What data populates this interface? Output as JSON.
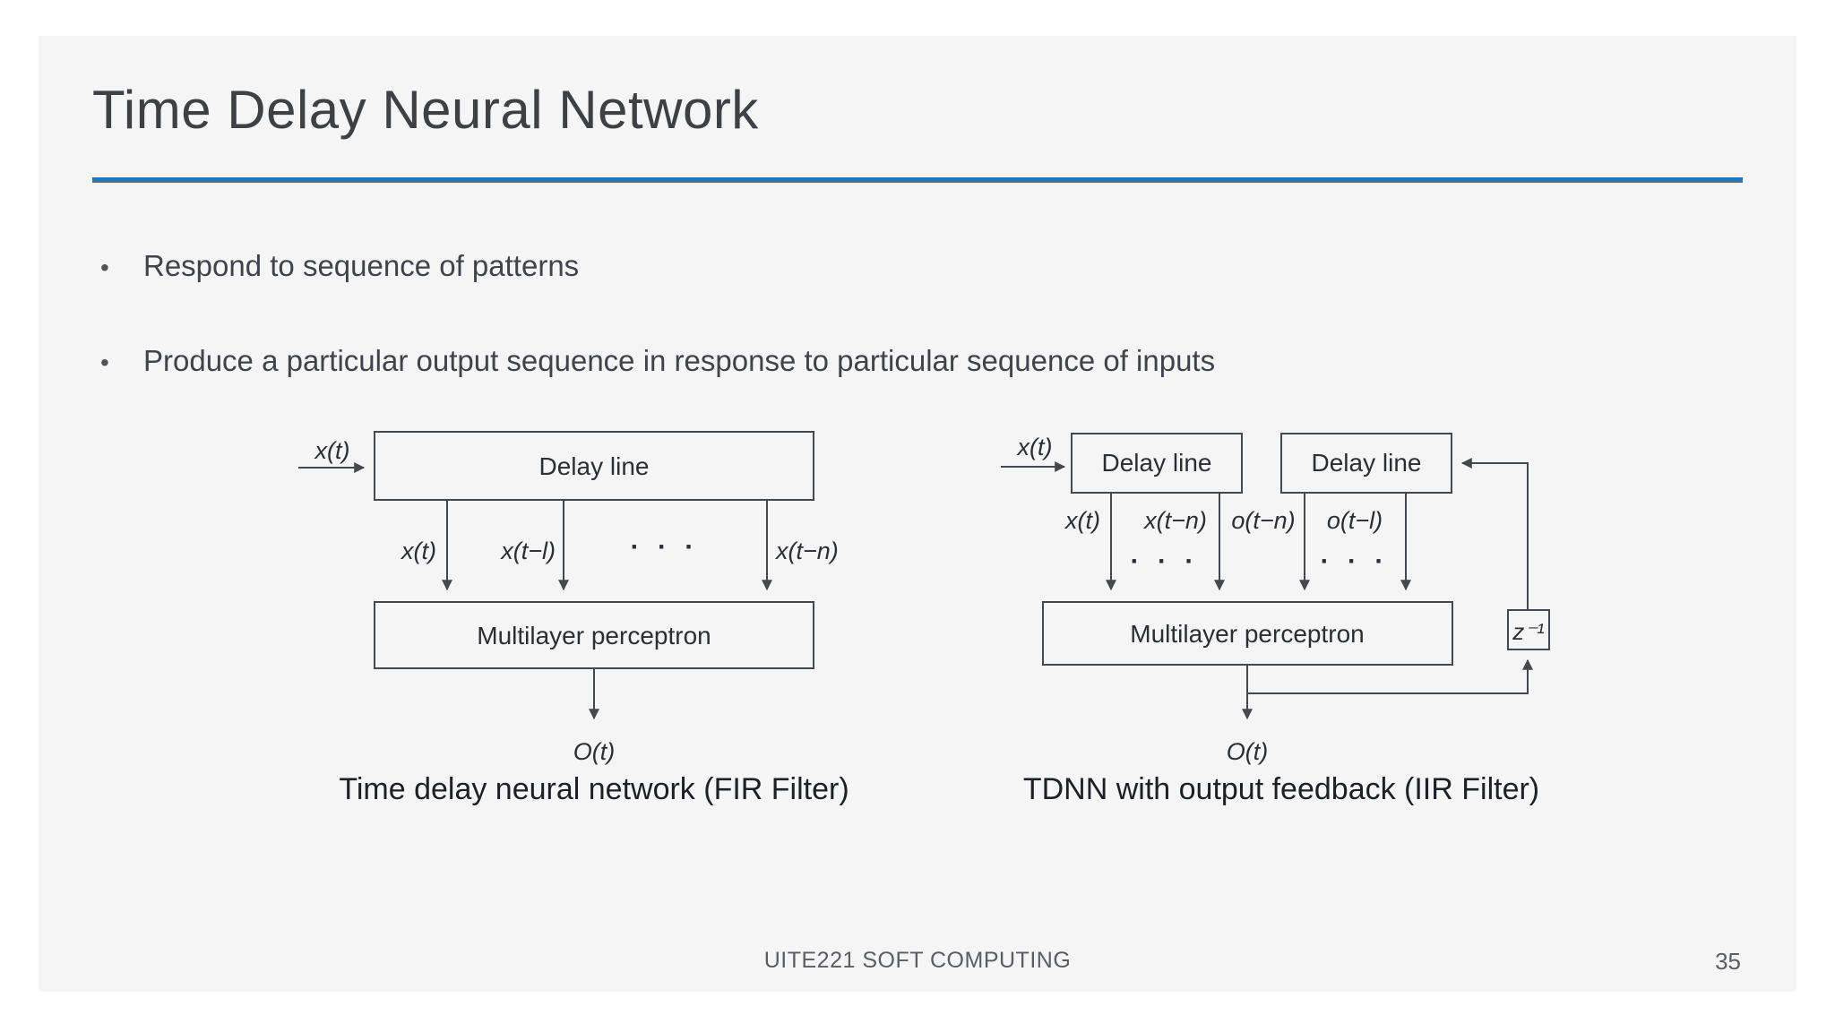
{
  "slide": {
    "title": "Time Delay Neural Network",
    "accent_color": "#2e74ad",
    "bullet_glyph": "•",
    "bullets": [
      "Respond to sequence of patterns",
      "Produce a particular output sequence in response to particular sequence of inputs"
    ],
    "footer": {
      "course": "UITE221 SOFT COMPUTING",
      "page_number": "35"
    }
  },
  "diagrams": {
    "fir": {
      "caption": "Time delay neural network (FIR Filter)",
      "input_label": "x(t)",
      "delay_box": "Delay line",
      "mlp_box": "Multilayer perceptron",
      "tap_labels": [
        "x(t)",
        "x(t−l)",
        "x(t−n)"
      ],
      "dots": "· · ·",
      "output_label": "O(t)"
    },
    "iir": {
      "caption": "TDNN with output feedback (IIR Filter)",
      "input_label": "x(t)",
      "delay_box_input": "Delay line",
      "delay_box_feedback": "Delay line",
      "mlp_box": "Multilayer perceptron",
      "tap_labels": [
        "x(t)",
        "x(t−n)",
        "o(t−n)",
        "o(t−l)"
      ],
      "dots": "· · ·",
      "delay_operator": "z⁻¹",
      "output_label": "O(t)"
    }
  }
}
